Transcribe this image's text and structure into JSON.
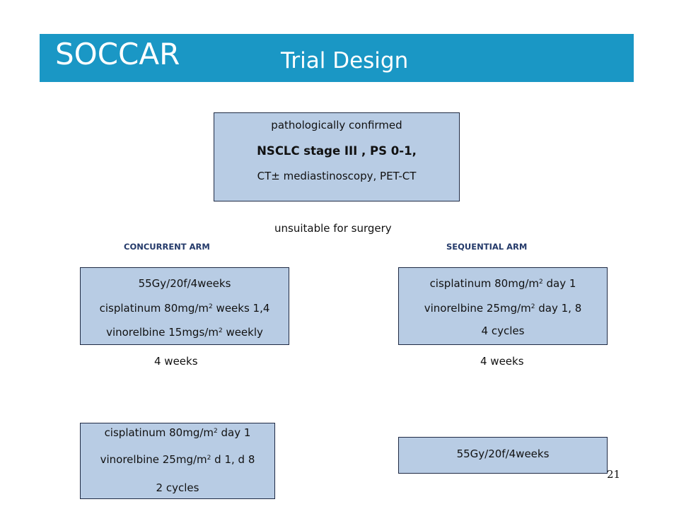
{
  "header": {
    "title": "SOCCAR",
    "subtitle": "Trial Design"
  },
  "eligibility": {
    "line1": "pathologically confirmed",
    "line2": "NSCLC stage III , PS 0-1,",
    "line3": "CT± mediastinoscopy, PET-CT"
  },
  "split_label": "unsuitable for surgery",
  "concurrent": {
    "label": "CONCURRENT ARM",
    "box1": {
      "line1": "55Gy/20f/4weeks",
      "line2_a": "cisplatinum 80mg/m",
      "line2_sup": "2",
      "line2_b": " weeks 1,4",
      "line3_a": "vinorelbine 15mgs/m",
      "line3_sup": "2",
      "line3_b": " weekly"
    },
    "interval": "4 weeks",
    "box2": {
      "line1_a": "cisplatinum 80mg/m",
      "line1_sup": "2",
      "line1_b": " day 1",
      "line2_a": "vinorelbine 25mg/m",
      "line2_sup": "2",
      "line2_b": " d 1, d 8",
      "line3": "2 cycles"
    }
  },
  "sequential": {
    "label": "SEQUENTIAL ARM",
    "box1": {
      "line1_a": "cisplatinum 80mg/m",
      "line1_sup": "2",
      "line1_b": " day 1",
      "line2_a": "vinorelbine 25mg/m",
      "line2_sup": "2",
      "line2_b": "  day 1, 8",
      "line3": "4 cycles"
    },
    "interval": "4 weeks",
    "box2": {
      "line1": "55Gy/20f/4weeks"
    }
  },
  "page_number": "21",
  "colors": {
    "banner": "#1a97c5",
    "box_fill": "#b8cce4",
    "arm_label": "#243a6a"
  }
}
